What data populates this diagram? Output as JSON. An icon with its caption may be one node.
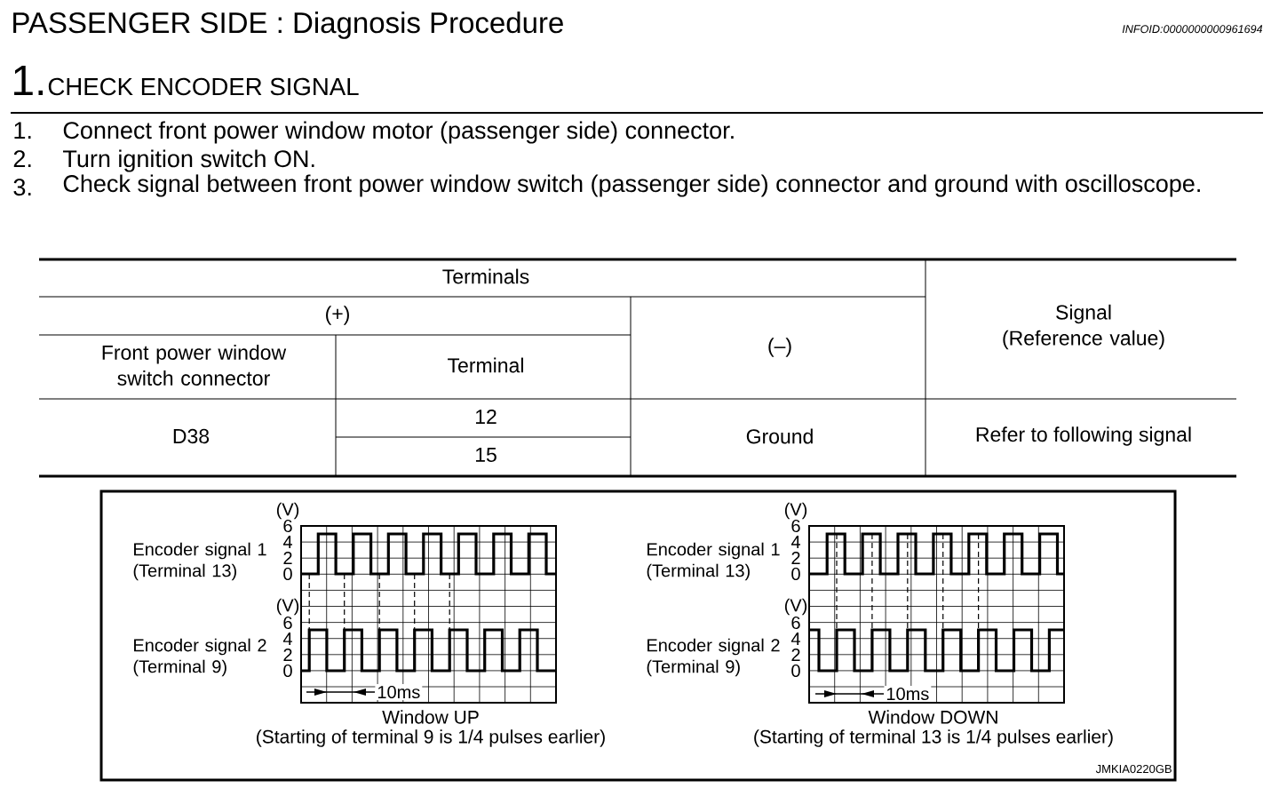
{
  "diagram": {
    "title": "PASSENGER SIDE : Diagnosis Procedure",
    "labels": [
      "INFOID:0000000000961694",
      "1.",
      "CHECK ENCODER SIGNAL",
      "1.",
      "Connect front power window motor (passenger side) connector.",
      "2.",
      "Turn ignition switch ON.",
      "3.",
      "Check signal between front power window switch (passenger side) connector and ground with oscilloscope.",
      "Terminals",
      "Signal (Reference value)",
      "(+)",
      "(–)",
      "Front power window switch connector",
      "Terminal",
      "D38",
      "12",
      "Ground",
      "Refer to following signal",
      "15",
      "(V)",
      "6",
      "Encoder signal 1 (Terminal 13)",
      "4",
      "2",
      "0",
      "(V)",
      "6",
      "Encoder signal 2 (Terminal 9)",
      "4",
      "2",
      "0",
      "10ms",
      "Window UP",
      "(Starting of terminal 9 is 1/4 pulses earlier)",
      "(V)",
      "6",
      "Encoder signal 1 (Terminal 13)",
      "4",
      "2",
      "0",
      "(V)",
      "6",
      "Encoder signal 2 (Terminal 9)",
      "4",
      "2",
      "0",
      "10ms",
      "Window DOWN",
      "(Starting of terminal 13 is 1/4 pulses earlier)",
      "JMKIA0220GB"
    ]
  }
}
